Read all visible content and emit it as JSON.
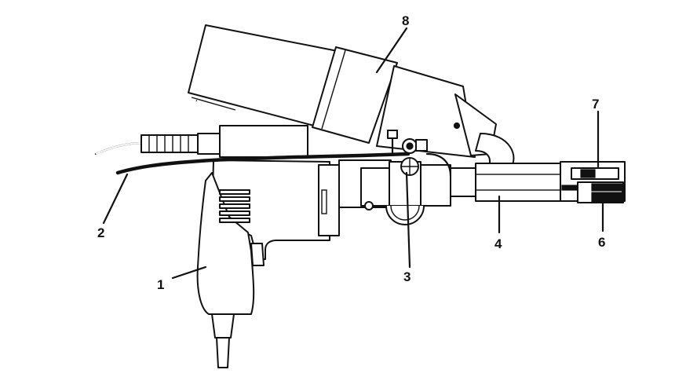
{
  "callouts": [
    {
      "id": "1",
      "text": "1"
    },
    {
      "id": "2",
      "text": "2"
    },
    {
      "id": "3",
      "text": "3"
    },
    {
      "id": "4",
      "text": "4"
    },
    {
      "id": "6",
      "text": "6"
    },
    {
      "id": "7",
      "text": "7"
    },
    {
      "id": "8",
      "text": "8"
    }
  ],
  "colors": {
    "ink": "#111111",
    "paper": "#ffffff"
  }
}
